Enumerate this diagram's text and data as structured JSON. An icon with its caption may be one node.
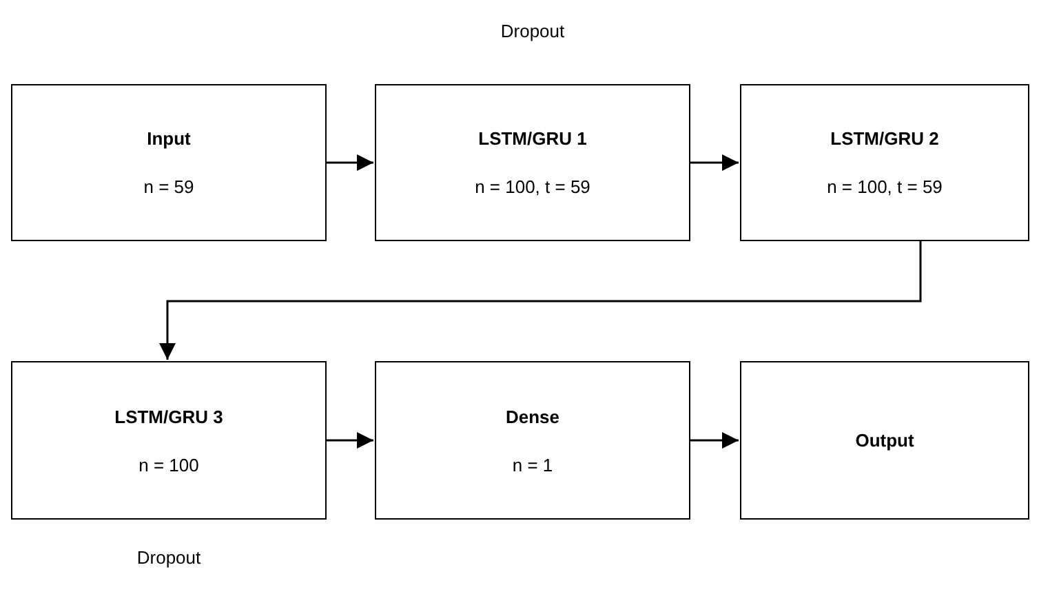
{
  "diagram": {
    "nodes": [
      {
        "text": [
          "Input",
          "n = 59"
        ]
      },
      {
        "text": [
          "LSTM/GRU 1",
          "n = 100, t = 59"
        ],
        "beside": [
          "Dropout"
        ]
      },
      {
        "text": [
          "LSTM/GRU 2",
          "n = 100, t = 59"
        ]
      },
      {
        "text": [
          "LSTM/GRU 3",
          "n = 100"
        ],
        "beside": [
          "Dropout"
        ]
      },
      {
        "text": [
          "Dense",
          "n = 1"
        ]
      },
      {
        "text": [
          "Output"
        ]
      }
    ],
    "edges": [
      {
        "from": 0,
        "to": 1,
        "arrow": "to"
      },
      {
        "from": 1,
        "to": 2,
        "arrow": "to"
      },
      {
        "from": 2,
        "to": 3,
        "arrow": "to"
      },
      {
        "from": 3,
        "to": 4,
        "arrow": "to"
      },
      {
        "from": 4,
        "to": 5,
        "arrow": "to"
      }
    ]
  }
}
